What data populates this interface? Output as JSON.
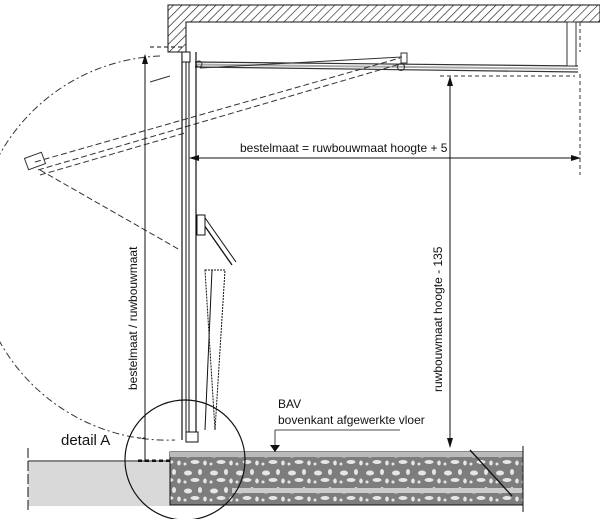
{
  "labels": {
    "width_dimension": "bestelmaat = ruwbouwmaat hoogte + 5",
    "left_vertical_dimension": "bestelmaat / ruwbouwmaat",
    "right_vertical_dimension": "ruwbouwmaat hoogte - 135",
    "bav": "BAV",
    "bav_description": "bovenkant afgewerkte vloer",
    "detail": "detail A"
  },
  "colors": {
    "line": "#111111",
    "floor_fill": "#8a8a8a",
    "floor_light": "#d9d9d9"
  }
}
